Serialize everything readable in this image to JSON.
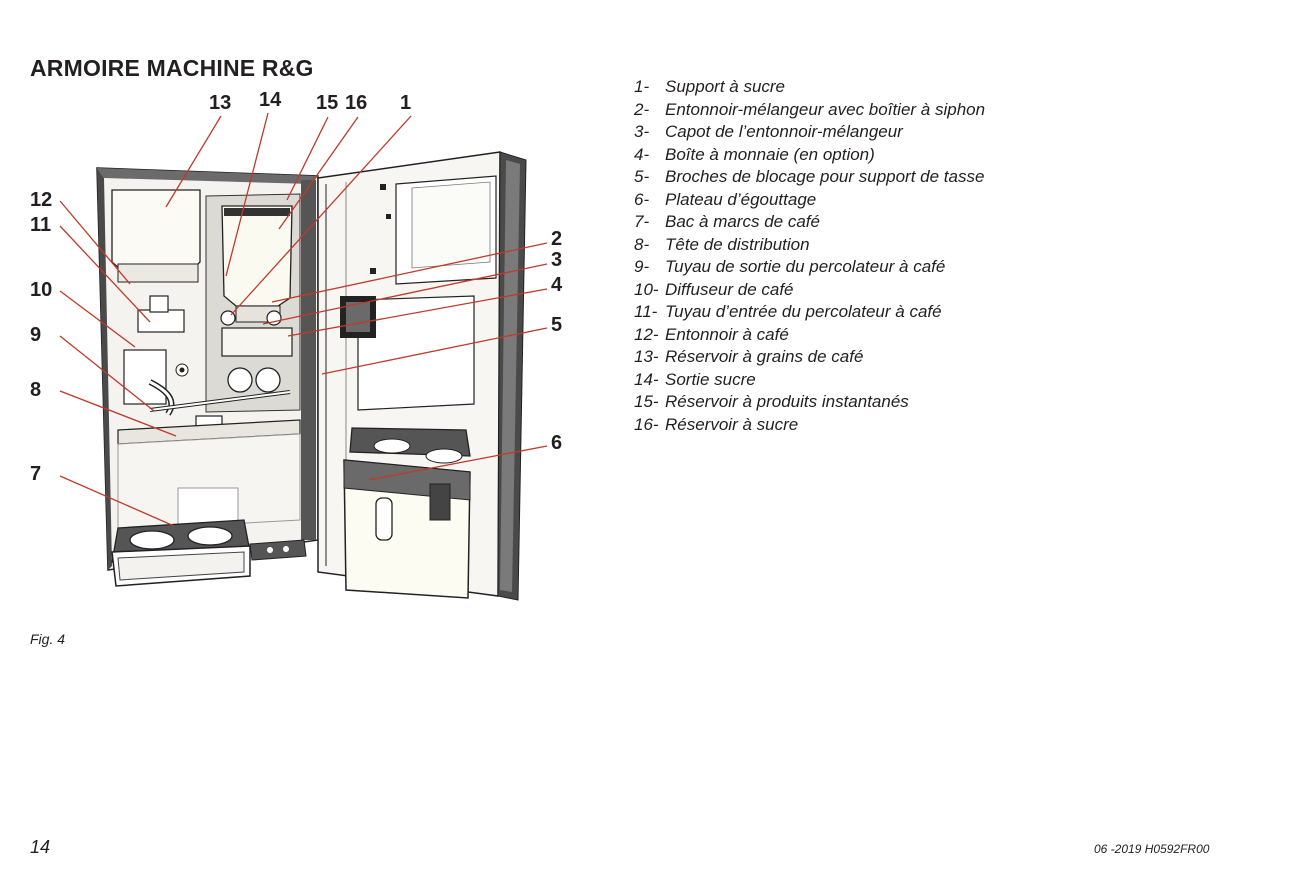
{
  "title": "ARMOIRE MACHINE R&G",
  "callouts": {
    "c1": "1",
    "c2": "2",
    "c3": "3",
    "c4": "4",
    "c5": "5",
    "c6": "6",
    "c7": "7",
    "c8": "8",
    "c9": "9",
    "c10": "10",
    "c11": "11",
    "c12": "12",
    "c13": "13",
    "c14": "14",
    "c15": "15",
    "c16": "16"
  },
  "legend": [
    {
      "num": "1-",
      "label": "Support à sucre"
    },
    {
      "num": "2-",
      "label": "Entonnoir-mélangeur avec boîtier à siphon"
    },
    {
      "num": "3-",
      "label": "Capot de l’entonnoir-mélangeur"
    },
    {
      "num": "4-",
      "label": "Boîte à monnaie (en option)"
    },
    {
      "num": "5-",
      "label": "Broches de blocage pour support de tasse"
    },
    {
      "num": "6-",
      "label": "Plateau d’égouttage"
    },
    {
      "num": "7-",
      "label": "Bac à marcs de café"
    },
    {
      "num": "8-",
      "label": "Tête de distribution"
    },
    {
      "num": "9-",
      "label": "Tuyau de sortie du percolateur à café"
    },
    {
      "num": "10-",
      "label": "Diffuseur de café"
    },
    {
      "num": "11-",
      "label": "Tuyau d’entrée du percolateur à café"
    },
    {
      "num": "12-",
      "label": "Entonnoir à café"
    },
    {
      "num": "13-",
      "label": "Réservoir à grains de café"
    },
    {
      "num": "14-",
      "label": "Sortie sucre"
    },
    {
      "num": "15-",
      "label": "Réservoir à produits instantanés"
    },
    {
      "num": "16-",
      "label": "Réservoir à sucre"
    }
  ],
  "caption": "Fig. 4",
  "page_number": "14",
  "doc_code": "06 -2019 H0592FR00",
  "colors": {
    "leader_line": "#c0392b",
    "text": "#231f20",
    "cabinet_fill": "#f2f1ee",
    "frame_dark": "#3a3a3a"
  }
}
